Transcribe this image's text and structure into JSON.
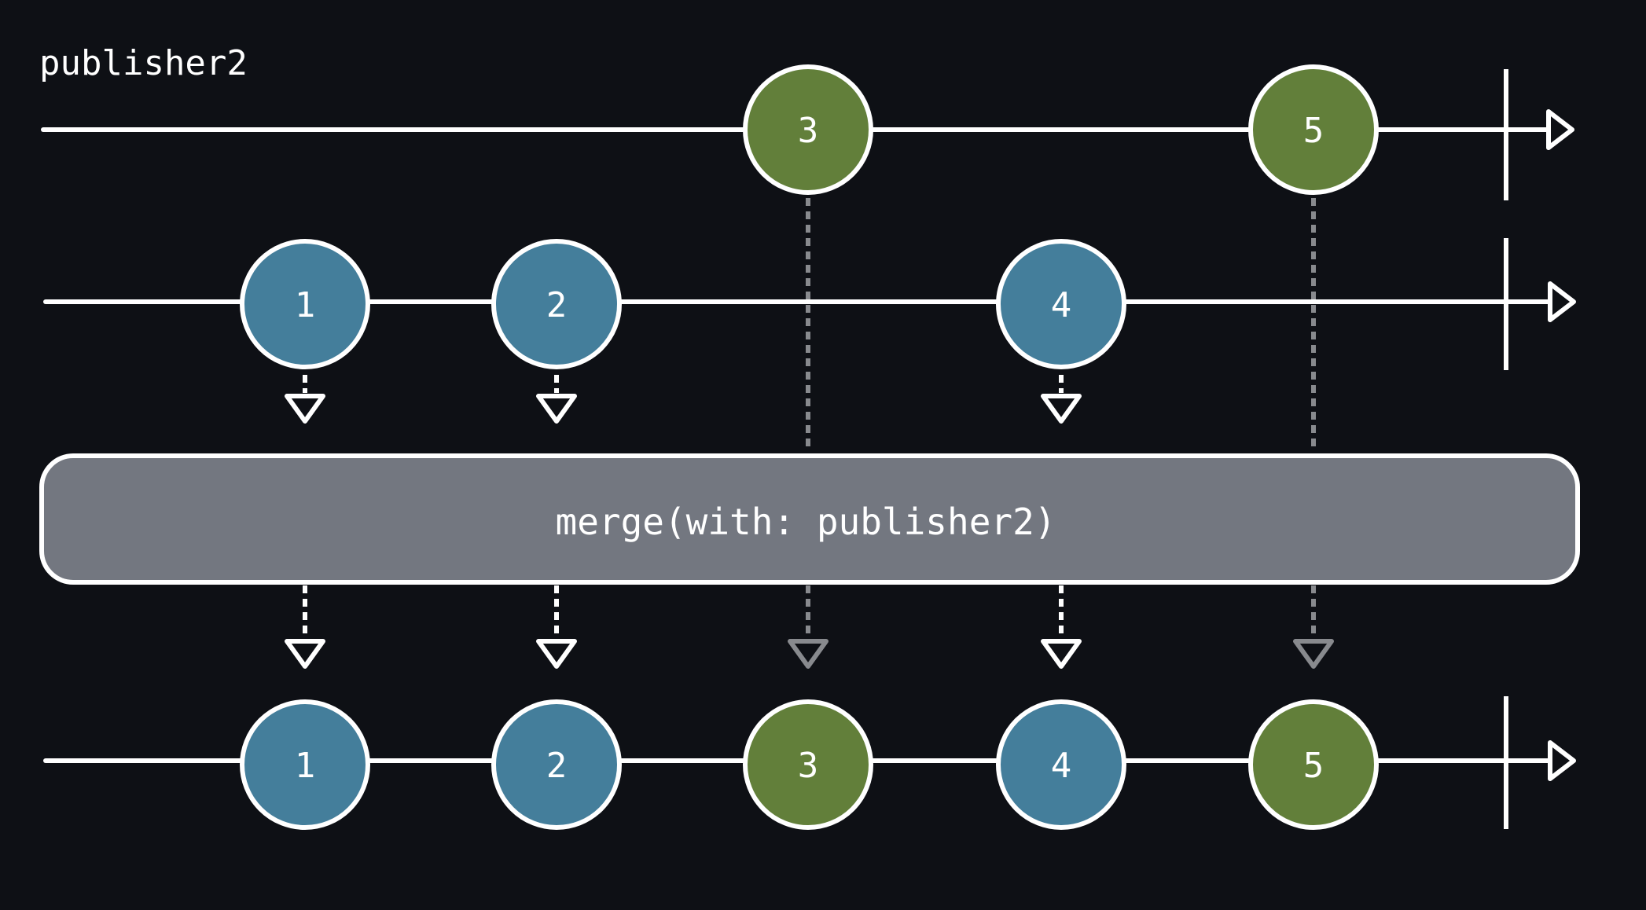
{
  "title": "publisher2",
  "operator": {
    "label": "merge(with: publisher2)"
  },
  "colors": {
    "background": "#0e1015",
    "line": "#ffffff",
    "publisher1_marble": "#447e9b",
    "publisher2_marble": "#627f3a",
    "operator_box": "#737780",
    "connector_gray": "#888a8e"
  },
  "timelines": {
    "publisher2": {
      "marbles": [
        {
          "label": "3",
          "slot": 3
        },
        {
          "label": "5",
          "slot": 5
        }
      ]
    },
    "publisher1": {
      "marbles": [
        {
          "label": "1",
          "slot": 1
        },
        {
          "label": "2",
          "slot": 2
        },
        {
          "label": "4",
          "slot": 4
        }
      ]
    },
    "output": {
      "marbles": [
        {
          "label": "1",
          "slot": 1,
          "source": "publisher1"
        },
        {
          "label": "2",
          "slot": 2,
          "source": "publisher1"
        },
        {
          "label": "3",
          "slot": 3,
          "source": "publisher2"
        },
        {
          "label": "4",
          "slot": 4,
          "source": "publisher1"
        },
        {
          "label": "5",
          "slot": 5,
          "source": "publisher2"
        }
      ]
    }
  }
}
